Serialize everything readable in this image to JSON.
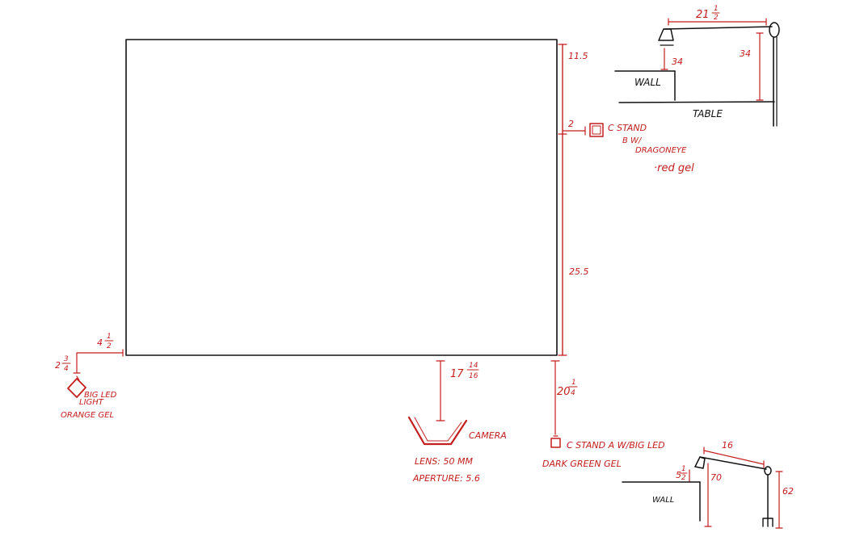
{
  "main": {
    "right_gap_top": "11.5",
    "right_gap_mid": "25.5",
    "stand_b_offset": "2",
    "stand_b_line1": "C STAND",
    "stand_b_line2": "B  W/",
    "stand_b_line3": "DRAGONEYE",
    "stand_b_gel": "·red gel",
    "left_offset_whole": "4",
    "left_offset_num": "1",
    "left_offset_den": "2",
    "left_drop_whole": "2",
    "left_drop_num": "3",
    "left_drop_den": "4",
    "big_led_line1": "BIG LED",
    "big_led_line2": "LIGHT",
    "big_led_gel": "ORANGE GEL",
    "camera_dist_whole": "17",
    "camera_dist_num": "14",
    "camera_dist_den": "16",
    "camera_label": "CAMERA",
    "lens": "LENS: 50 MM",
    "aperture": "APERTURE: 5.6",
    "stand_a_dist_whole": "20",
    "stand_a_dist_num": "1",
    "stand_a_dist_den": "4",
    "stand_a_label": "C STAND A  W/BIG LED",
    "stand_a_gel": "DARK GREEN GEL"
  },
  "side_top": {
    "arm_whole": "21",
    "arm_num": "1",
    "arm_den": "2",
    "light_height": "34",
    "pole_height": "34",
    "wall_label": "WALL",
    "table_label": "TABLE"
  },
  "side_bottom": {
    "arm": "16",
    "drop_whole": "5",
    "drop_num": "1",
    "drop_den": "2",
    "light_height": "70",
    "pole_height": "62",
    "wall_label": "WALL"
  }
}
